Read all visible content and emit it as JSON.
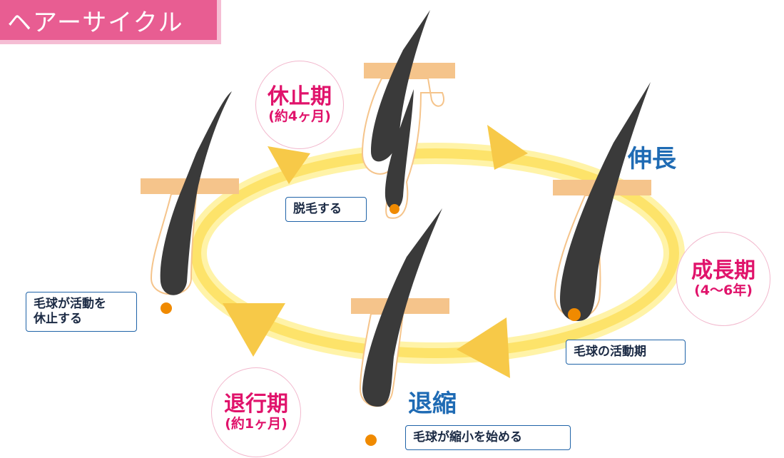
{
  "title": "ヘアーサイクル",
  "phases": {
    "telogen": {
      "name": "休止期",
      "duration": "(約4ヶ月)"
    },
    "anagen": {
      "name": "成長期",
      "duration": "(4〜6年)"
    },
    "catagen": {
      "name": "退行期",
      "duration": "(約1ヶ月)"
    }
  },
  "stages": {
    "growth": "伸長",
    "shrink": "退縮"
  },
  "notes": {
    "shedding": "脱毛する",
    "active": "毛球の活動期",
    "shrinking": "毛球が縮小を始める",
    "resting_line1": "毛球が活動を",
    "resting_line2": "休止する"
  },
  "colors": {
    "title_bg": "#e85d92",
    "phase_text": "#e0136b",
    "stage_text": "#1f6bb4",
    "cycle_ring": "#fde36a",
    "arrow": "#f7c948",
    "hair": "#3a3a3a",
    "skin_bar": "#f5c48b",
    "bulb_dot": "#f08a00"
  }
}
